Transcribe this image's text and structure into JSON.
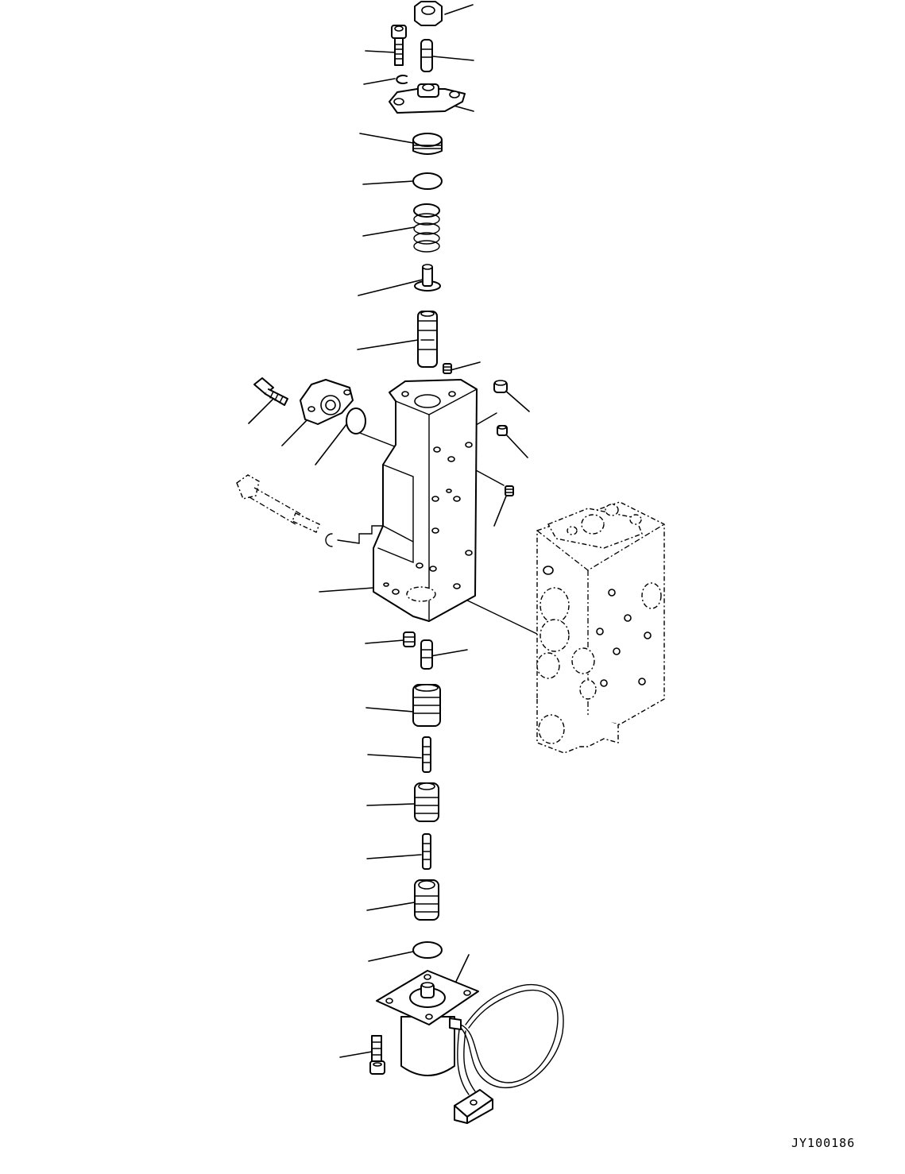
{
  "drawing_code": "JY100186",
  "colors": {
    "line": "#000000",
    "paper": "#ffffff"
  },
  "parts": [
    "nut",
    "screw",
    "pin",
    "snap-ring",
    "flange-cover",
    "plug",
    "o-ring",
    "spring",
    "retainer",
    "spool",
    "valve-body",
    "orifice-plug",
    "bolt",
    "mounting-flange",
    "sleeve",
    "solenoid",
    "wire-harness",
    "connector"
  ]
}
